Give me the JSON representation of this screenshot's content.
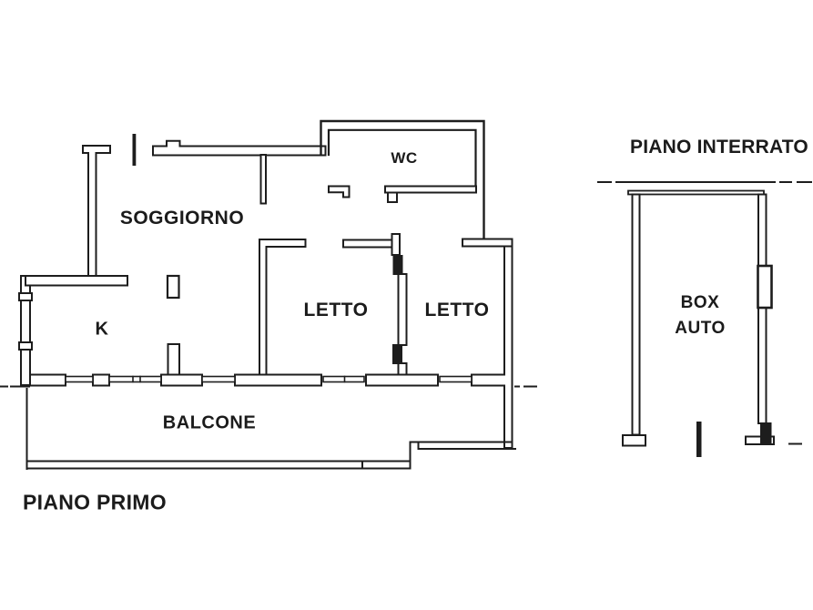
{
  "drawing": {
    "background": "#ffffff",
    "line_color": "#1d1d1d"
  },
  "first_floor": {
    "caption": "PIANO PRIMO",
    "rooms": {
      "soggiorno": "SOGGIORNO",
      "wc": "WC",
      "letto_left": "LETTO",
      "letto_right": "LETTO",
      "kitchen": "K",
      "balcone": "BALCONE"
    }
  },
  "basement": {
    "caption": "PIANO INTERRATO",
    "rooms": {
      "box_auto": "BOX AUTO"
    }
  }
}
